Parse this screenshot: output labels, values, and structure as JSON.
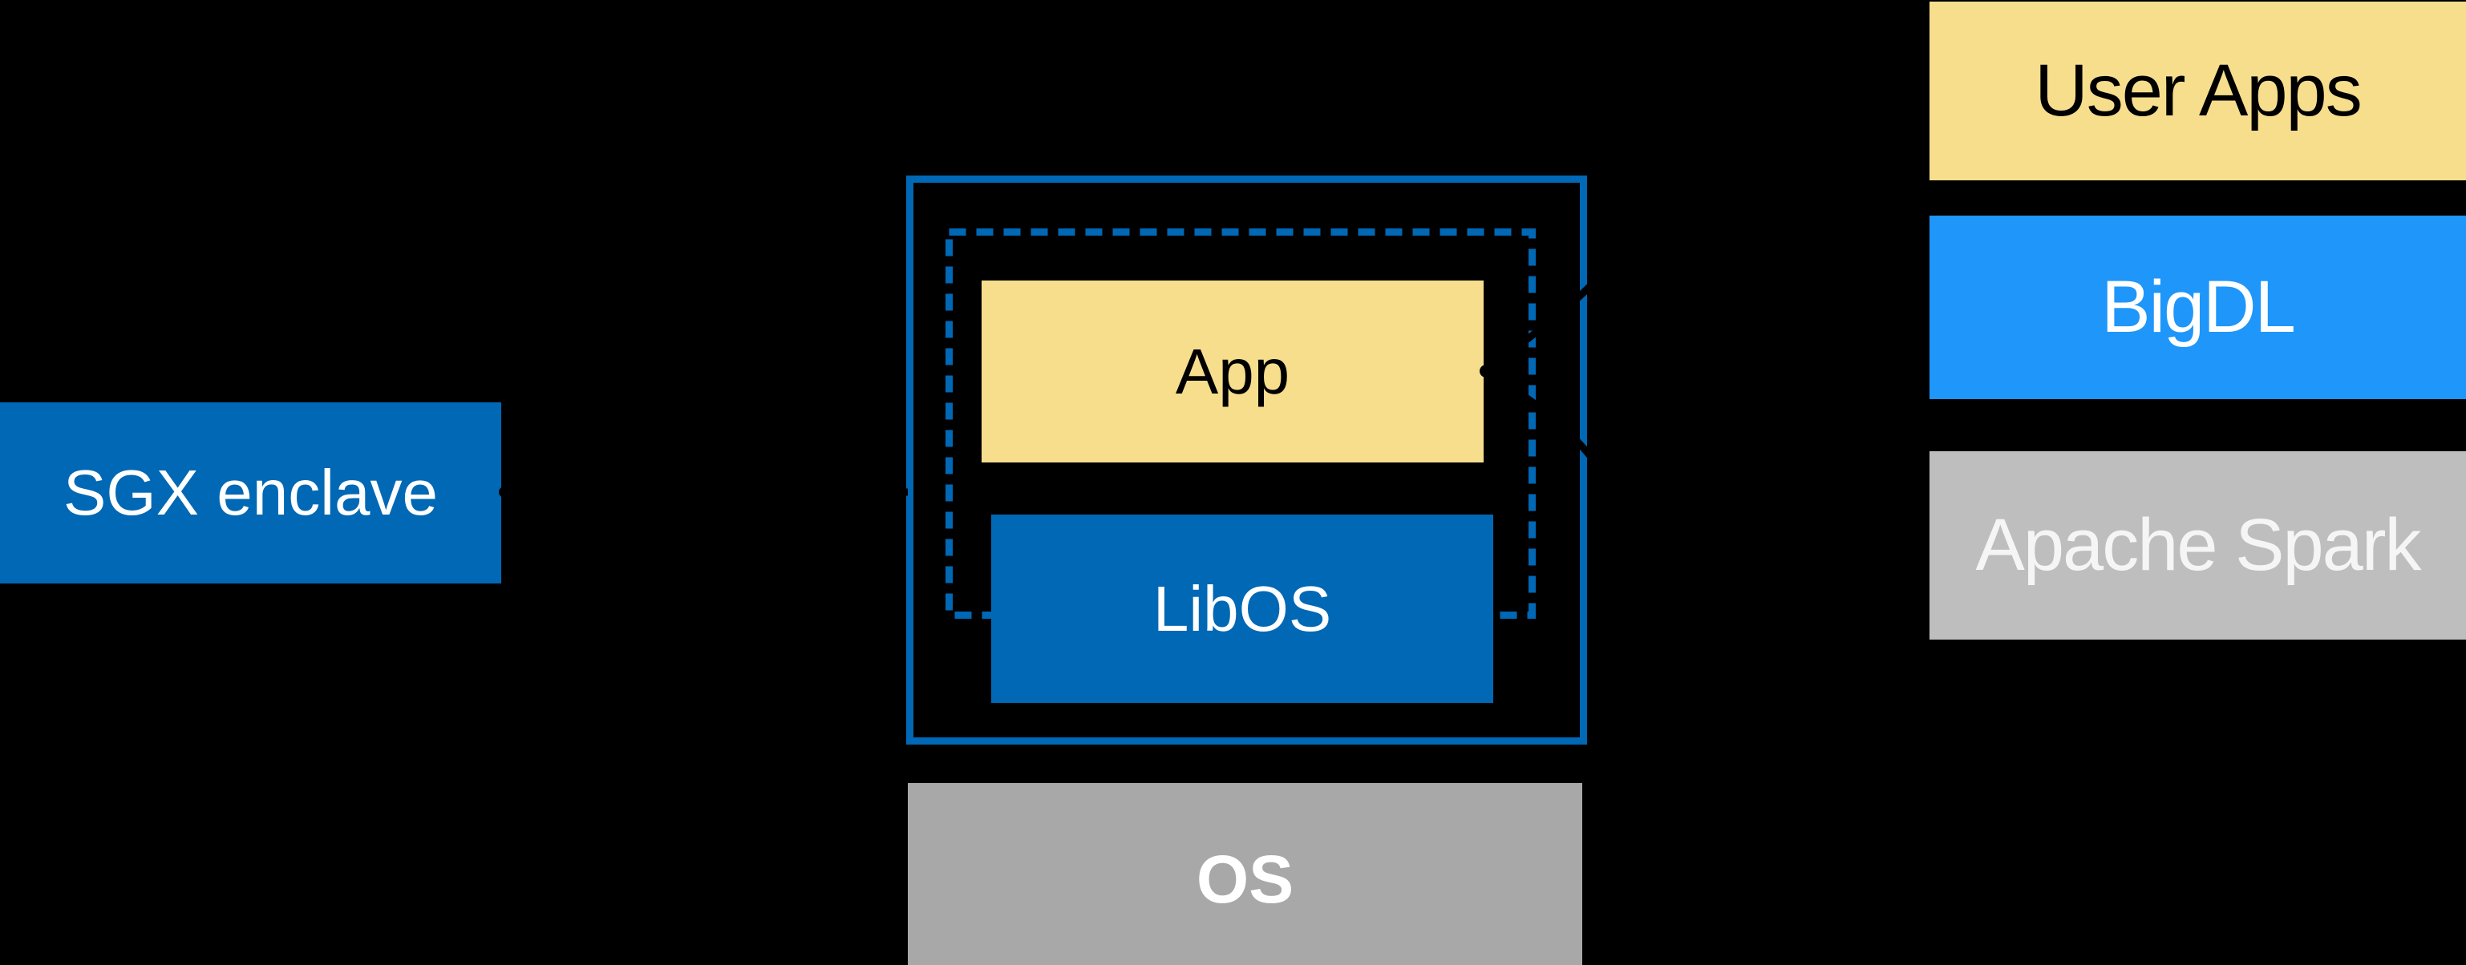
{
  "diagram": {
    "left": {
      "sgx_label": "SGX enclave"
    },
    "center": {
      "app_label": "App",
      "libos_label": "LibOS",
      "os_label": "OS"
    },
    "right_stack": [
      {
        "label": "User Apps"
      },
      {
        "label": "BigDL"
      },
      {
        "label": "Apache Spark"
      }
    ]
  },
  "colors": {
    "background": "#000000",
    "intelBlue": "#0068B5",
    "brightBlue": "#1E96FA",
    "yellow": "#F7DE8D",
    "grayLight": "#BEBEBE",
    "grayMid": "#A8A8A8",
    "textDark": "#000000",
    "textLight": "#FFFFFF",
    "sparkText": "#F5F5F5",
    "connector": "#000000"
  }
}
